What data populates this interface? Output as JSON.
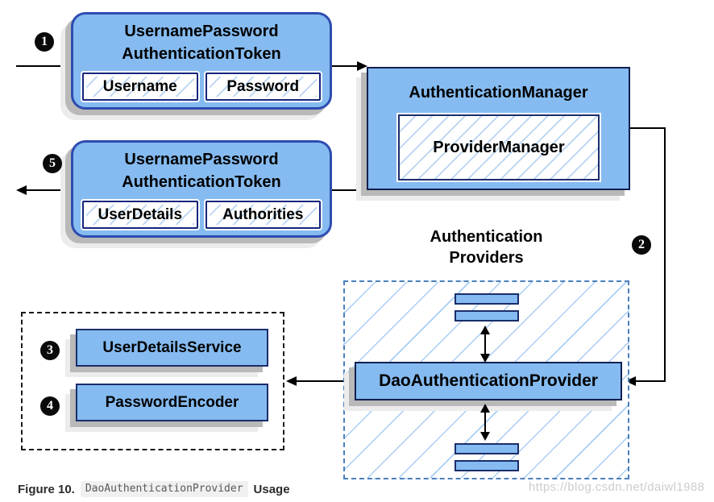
{
  "colors": {
    "node_fill": "#85bbf0",
    "rounded_border": "#2e4cb0",
    "rect_border": "#10204f",
    "field_border": "#16257d",
    "hatch_line": "#b9d4f2",
    "providers_dashed_border": "#4a7ebb",
    "deps_dashed_border": "#1a1a1a",
    "connector": "#000000",
    "shadow": "#b9b9b9",
    "badge_bg": "#0a0a0a",
    "badge_text": "#ffffff",
    "caption_text": "#2b2b2b",
    "caption_code_bg": "#f0f0f0",
    "watermark_text": "#cdcdcd"
  },
  "badges": {
    "step1": "1",
    "step2": "2",
    "step3": "3",
    "step4": "4",
    "step5": "5"
  },
  "nodes": {
    "request_token": {
      "title_line1": "UsernamePassword",
      "title_line2": "AuthenticationToken",
      "fields": [
        "Username",
        "Password"
      ]
    },
    "result_token": {
      "title_line1": "UsernamePassword",
      "title_line2": "AuthenticationToken",
      "fields": [
        "UserDetails",
        "Authorities"
      ]
    },
    "authentication_manager": {
      "title": "AuthenticationManager",
      "inner": "ProviderManager"
    },
    "authentication_providers": {
      "heading_line1": "Authentication",
      "heading_line2": "Providers"
    },
    "dao_authentication_provider": {
      "label": "DaoAuthenticationProvider"
    },
    "user_details_service": {
      "label": "UserDetailsService"
    },
    "password_encoder": {
      "label": "PasswordEncoder"
    }
  },
  "caption": {
    "figure_label": "Figure 10.",
    "code": "DaoAuthenticationProvider",
    "suffix": "Usage"
  },
  "watermark": "https://blog.csdn.net/daiwl1988"
}
